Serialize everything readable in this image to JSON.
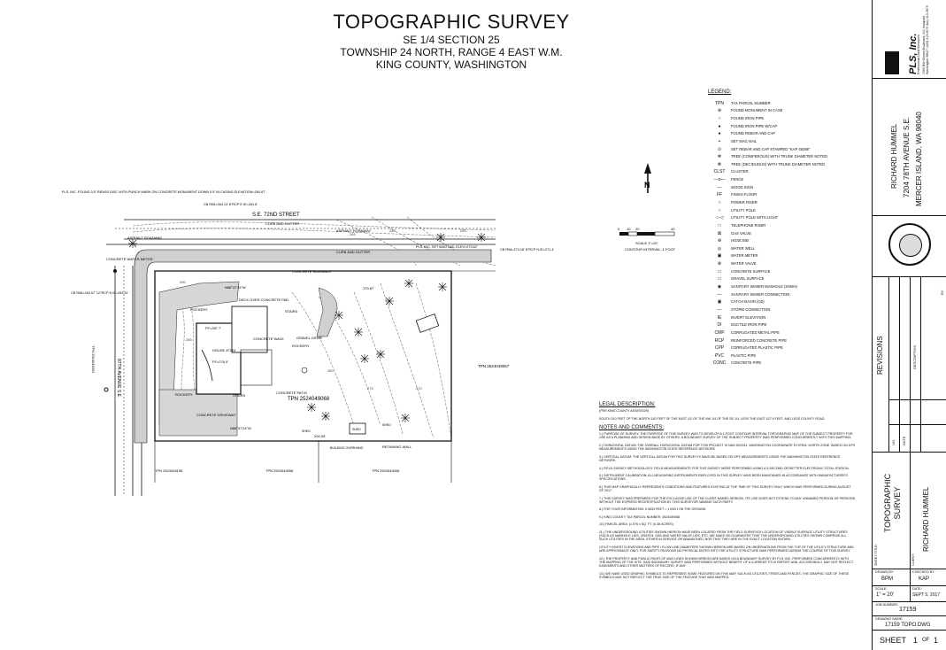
{
  "title": {
    "main": "TOPOGRAPHIC SURVEY",
    "line1": "SE 1/4 SECTION 25",
    "line2": "TOWNSHIP 24 NORTH, RANGE 4 EAST W.M.",
    "line3": "KING COUNTY, WASHINGTON"
  },
  "map": {
    "street": "S.E. 72ND STREET",
    "street_side": "87TH AVENUE S.E.",
    "parcel_main": "TPN 2524049068",
    "parcel_east": "TPN 2524049067",
    "parcel_s1": "TPN 2524049158",
    "parcel_s2": "TPN 2524049058",
    "parcel_s3": "TPN 2524049306",
    "parcel_w": "TPN 2524049303",
    "house": "HOUSE #7204",
    "ff1": "FF=287.7'",
    "ff2": "FF=276.0'",
    "deck": "DECK OVER CONCRETE PAD",
    "concrete_walk": "CONCRETE WALK",
    "concrete_patio": "CONCRETE PATIO",
    "concrete_driveway": "CONCRETE DRIVEWAY",
    "rockery": "ROCKERY",
    "stairs": "STAIRS",
    "gravel_drive": "GRAVEL DRIVE",
    "shed": "SHED",
    "retaining_wall": "RETAINING WALL",
    "building_overhang": "BUILDING OVERHANG",
    "curb_gutter": "CURB AND GUTTER",
    "asphalt": "ASPHALT ROADWAY",
    "concrete_sidewalk": "CONCRETE SIDEWALK",
    "water_meter": "CONCRETE WATER METER",
    "bearing_n": "N88°47'24\"W",
    "bearing_s": "N88°47'24\"W",
    "dist_s": "200.09'",
    "dist_e": "179.87'",
    "monument_note": "PLS, INC. FOUND 3.5\" BRASS DISC WITH PUNCH MARK ON CONCRETE MONUMENT DOWN 0.5' IN CASING ELEVATION=260.87'",
    "cb_left": "CB RIM=263.57' 12\"RCP N IE=259.41'",
    "cb_top": "CB RIM=264.13' 8\"RCP E IE=261.8'",
    "pls_nail": "PLS, INC. SET MAG NAIL ELEV=273.62'",
    "cb_right": "CB RIM=274.18' 8\"RCP N IE=271.4'",
    "contours": [
      "255",
      "260",
      "265",
      "270",
      "275",
      "280",
      "285",
      "290"
    ]
  },
  "north_arrow": "N",
  "scale": {
    "ticks": [
      "0",
      "10",
      "20",
      "40"
    ],
    "label": "SCALE 1\"=20'",
    "contour": "CONTOUR INTERVAL: 1 FOOT"
  },
  "legend": {
    "header": "LEGEND:",
    "items": [
      {
        "sym": "TPN",
        "text": "TAX PARCEL NUMBER"
      },
      {
        "sym": "⊕",
        "text": "FOUND MONUMENT IN CASE"
      },
      {
        "sym": "○",
        "text": "FOUND IRON PIPE"
      },
      {
        "sym": "●",
        "text": "FOUND IRON PIPE W/CAP"
      },
      {
        "sym": "●",
        "text": "FOUND REBAR AND CAP"
      },
      {
        "sym": "+",
        "text": "SET MAG NAIL"
      },
      {
        "sym": "⊙",
        "text": "SET REBAR AND CAP STAMPED \"KAP 49286\""
      },
      {
        "sym": "✻",
        "text": "TREE (CONIFEROUS) WITH TRUNK DIAMETER NOTED"
      },
      {
        "sym": "✻",
        "text": "TREE (DECIDUOUS) WITH TRUNK DIAMETER NOTED"
      },
      {
        "sym": "CLST",
        "text": "CLUSTER"
      },
      {
        "sym": "—o—",
        "text": "FENCE"
      },
      {
        "sym": "—",
        "text": "WOOD SIGN"
      },
      {
        "sym": "FF",
        "text": "FINISH FLOOR"
      },
      {
        "sym": "○",
        "text": "POWER RISER"
      },
      {
        "sym": "○",
        "text": "UTILITY POLE"
      },
      {
        "sym": "○-◁",
        "text": "UTILITY POLE WITH LIGHT"
      },
      {
        "sym": "□",
        "text": "TELEPHONE RISER"
      },
      {
        "sym": "⊠",
        "text": "GAS VALVE"
      },
      {
        "sym": "⊕",
        "text": "HOSE BIB"
      },
      {
        "sym": "◎",
        "text": "WATER WELL"
      },
      {
        "sym": "▣",
        "text": "WATER METER"
      },
      {
        "sym": "⊗",
        "text": "WATER VALVE"
      },
      {
        "sym": "▭",
        "text": "CONCRETE SURFACE"
      },
      {
        "sym": "▭",
        "text": "GRAVEL SURFACE"
      },
      {
        "sym": "◉",
        "text": "SANITARY SEWER MANHOLE (SSMH)"
      },
      {
        "sym": "—",
        "text": "SANITARY SEWER CONNECTION"
      },
      {
        "sym": "▣",
        "text": "CATCH BASIN (CB)"
      },
      {
        "sym": "—",
        "text": "STORM CONNECTION"
      },
      {
        "sym": "IE",
        "text": "INVERT ELEVATION"
      },
      {
        "sym": "DI",
        "text": "DUCTILE IRON PIPE"
      },
      {
        "sym": "CMP",
        "text": "CORRUGATED METAL PIPE"
      },
      {
        "sym": "RCP",
        "text": "REINFORCED CONCRETE PIPE"
      },
      {
        "sym": "CPP",
        "text": "CORRUGATED PLASTIC PIPE"
      },
      {
        "sym": "PVC",
        "text": "PLASTIC PIPE"
      },
      {
        "sym": "CONC",
        "text": "CONCRETE PIPE"
      }
    ]
  },
  "legal": {
    "header": "LEGAL DESCRIPTION:",
    "sub": "(PER KING COUNTY ASSESSOR)",
    "text": "SOUTH 310 FEET OF THE NORTH 140 FEET OF THE EAST 1/2 OF THE NW 1/4 OF THE SE 1/4, LESS THE EAST 427.9 FEET, AND LESS COUNTY ROAD."
  },
  "notes": {
    "header": "NOTES AND COMMENTS:",
    "items": [
      "1.) PURPOSE OF SURVEY: THE PURPOSE OF THIS SURVEY WAS TO DEVELOP A 1-FOOT CONTOUR INTERVAL TOPOGRAPHIC MAP OF THE SUBJECT PROPERTY FOR USE AS A PLANNING AND DESIGN BASE BY OTHERS. A BOUNDARY SURVEY OF THE SUBJECT PROPERTY WAS PERFORMED CONCURRENTLY WITH THIS MAPPING.",
      "2.) HORIZONTAL DATUM: THE OVERALL HORIZONTAL DATUM FOR THIS PROJECT IS NAD 83/2011, WASHINGTON COORDINATE SYSTEM, NORTH ZONE, BASED ON GPS MEASUREMENTS USING THE WASHINGTON STATE REFERENCE NETWORK.",
      "3.) VERTICAL DATUM: THE VERTICAL DATUM FOR THIS SURVEY IS NAVD 88, BASED ON GPS MEASUREMENTS USING THE WASHINGTON STATE REFERENCE NETWORK.",
      "4.) FIELD SURVEY METHODOLOGY: FIELD MEASUREMENTS FOR THIS SURVEY WERE PERFORMED USING A 3-SECOND OR BETTER ELECTRONIC TOTAL STATION.",
      "5.) INSTRUMENT CALIBRATION: ALL MEASURING INSTRUMENTS EMPLOYED IN THIS SURVEY HAVE BEEN MAINTAINED IN ACCORDANCE WITH MANUFACTURER'S SPECIFICATIONS.",
      "6.) THIS MAP GRAPHICALLY REPRESENTS CONDITIONS AND FEATURES EXISTING AT THE TIME OF THIS SURVEY ONLY, WHICH WAS PERFORMED DURING AUGUST OF 2017.",
      "7.) THIS SURVEY WAS PREPARED FOR THE EXCLUSIVE USE OF THE CLIENT NAMED HEREON. ITS' USE DOES NOT EXTEND TO ANY UNNAMED PERSON OR PERSONS WITHOUT THE EXPRESS RECERTIFICATION BY THIS SURVEYOR NAMING SUCH PARTY.",
      "8.) FOR YOUR INFORMATION: 0.0833 FEET = 1 INCH ON THE GROUND",
      "9.) KING COUNTY TAX PARCEL NUMBER: 2524049068",
      "10.) PARCEL AREA: (1,976 ± SQ. FT. (0.36 ACRES)",
      "11.) THE UNDERGROUND UTILITIES SHOWN HEREON HAVE BEEN LOCATED FROM THE FIELD SURVEYED LOCATION OF VISIBLE SURFACE UTILITY STRUCTURES (SUCH AS MANHOLE LIDS, GRATES, GAS AND WATER VALVE LIDS, ETC. WE MAKE NO GUARANTEE THAT THE UNDERGROUND UTILITIES SHOWN COMPRISE ALL SUCH UTILITIES IN THE AREA, EITHER IN SERVICE OR ABANDONED, NOR THAT THEY ARE IN THE EXACT LOCATION SHOWN.",
      "UTILITY INVERT ELEVATIONS AND PIPE / FLOW LINE DIAMETERS SHOWN HEREON ARE BASED ON OBSERVATIONS FROM THE TOP OF THE UTILITY STRUCTURE AND ARE APPROXIMATE ONLY. FOR SAFETY REASONS NO PHYSICAL ENTRY INTO THE UTILITY STRUCTURE WAS PERFORMED DURING THE COURSE OF THIS SURVEY.",
      "12.) THE PROPERTY AND PUBLIC RIGHT-OF-WAY LINES SHOWN HEREON ARE BASED ON A BOUNDARY SURVEY BY PLS, INC. PERFORMED CONCURRENTLY WITH THE MAPPING OF THE SITE. SAID BOUNDARY SURVEY WAS PERFORMED WITHOUT BENEFIT OF A CURRENT TITLE REPORT AND, ACCORDINGLY, MAY NOT REFLECT EASEMENTS AND OTHER MATTERS OF RECORD, IF ANY.",
      "13.) WE HAVE USED GRAPHIC SYMBOLS TO REPRESENT SOME FEATURES ON THIS MAP, SUCH AS UTILITIES, TREES AND FENCES. THE GRAPHIC SIZE OF THESE SYMBOLS MAY NOT REFLECT THE TRUE SIZE OF THE FEATURE THAT WAS MAPPED."
    ]
  },
  "title_block": {
    "company": "PLS, Inc.",
    "company_sub": "Professional Land Surveyors",
    "address": "1565 NW Gilman Boulevard, #11 Issaquah, Washington 98027 (425) 313-3679 (fax) 313-3679",
    "client_name": "RICHARD HUMMEL",
    "client_addr1": "7204 78TH AVENUE S.E.",
    "client_addr2": "MERCER ISLAND, WA 98040",
    "revisions": "REVISIONS",
    "rev_no": "NO.",
    "rev_date": "DATE",
    "rev_desc": "DESCRIPTION",
    "rev_by": "BY",
    "sheet_title_lbl": "SHEET TITLE:",
    "sheet_title": "TOPOGRAPHIC SURVEY",
    "client_lbl": "CLIENT:",
    "client": "RICHARD HUMMEL",
    "drawn_lbl": "DRAWN BY:",
    "drawn": "BPM",
    "checked_lbl": "CHECKED BY:",
    "checked": "KAP",
    "scale_lbl": "SCALE:",
    "scale": "1\" = 20'",
    "date_lbl": "DATE:",
    "date": "SEPT 5, 2017",
    "job_lbl": "JOB NUMBER:",
    "job": "17159",
    "dwg_lbl": "DRAWING NAME:",
    "dwg": "17159 TOPO.DWG",
    "sheet_lbl": "SHEET",
    "sheet_no": "1",
    "sheet_of": "OF",
    "sheet_total": "1"
  }
}
